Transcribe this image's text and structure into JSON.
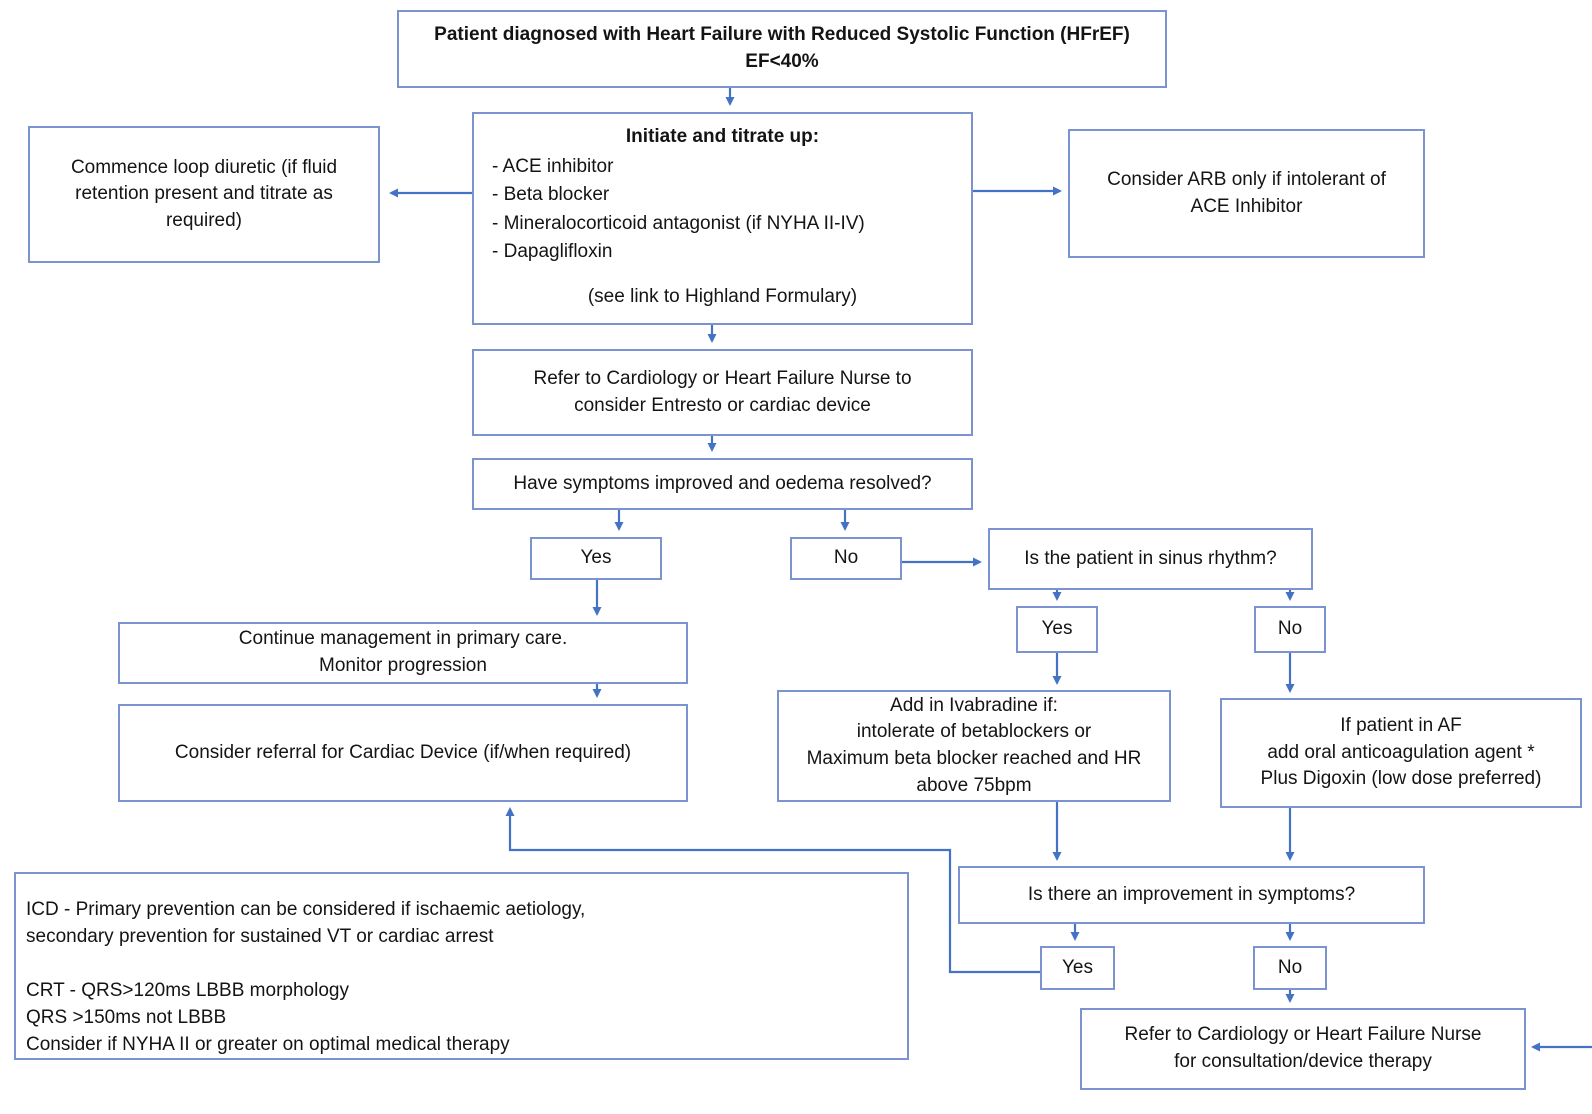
{
  "diagram": {
    "title": "Heart failure (HFrEF) management flowchart",
    "colors": {
      "box_border": "#7b94d1",
      "arrow": "#4472c4",
      "text": "#141414",
      "background": "#ffffff"
    }
  },
  "nodes": {
    "title": {
      "line1": "Patient diagnosed with Heart Failure with Reduced Systolic Function (HFrEF)",
      "line2": "EF<40%"
    },
    "initiate": {
      "heading": "Initiate and titrate up:",
      "items": [
        "- ACE inhibitor",
        "- Beta blocker",
        "- Mineralocorticoid antagonist (if NYHA II-IV)",
        "- Dapaglifloxin"
      ],
      "footer": "(see link to Highland Formulary)"
    },
    "loop_diuretic": {
      "text": "Commence loop diuretic (if fluid retention present and titrate as required)"
    },
    "arb": {
      "text": "Consider ARB only if intolerant of ACE Inhibitor"
    },
    "refer_entresto": {
      "text": "Refer to Cardiology or Heart Failure Nurse to consider Entresto or cardiac device"
    },
    "symptoms_question": {
      "text": "Have symptoms improved and oedema resolved?"
    },
    "yes1": {
      "text": "Yes"
    },
    "no1": {
      "text": "No"
    },
    "sinus_question": {
      "text": "Is the patient in sinus rhythm?"
    },
    "yes2": {
      "text": "Yes"
    },
    "no2": {
      "text": "No"
    },
    "continue_mgmt": {
      "line1": "Continue management in primary care.",
      "line2": "Monitor progression"
    },
    "cardiac_device": {
      "text": "Consider referral for Cardiac Device (if/when required)"
    },
    "ivabradine": {
      "lines": [
        "Add in Ivabradine if:",
        "intolerate of betablockers or",
        "Maximum beta blocker reached and HR",
        "above 75bpm"
      ]
    },
    "af": {
      "lines": [
        "If patient in AF",
        "add oral anticoagulation agent *",
        "Plus Digoxin (low dose preferred)"
      ]
    },
    "improvement_question": {
      "text": "Is there an improvement in symptoms?"
    },
    "yes3": {
      "text": "Yes"
    },
    "no3": {
      "text": "No"
    },
    "refer_final": {
      "line1": "Refer to Cardiology or Heart Failure Nurse",
      "line2": "for consultation/device therapy"
    },
    "icd_note": {
      "lines": [
        "ICD - Primary prevention can be considered if ischaemic aetiology,",
        " secondary prevention for sustained VT or cardiac arrest",
        "",
        "CRT - QRS>120ms LBBB morphology",
        "QRS >150ms not LBBB",
        "Consider if NYHA II or greater on optimal medical therapy"
      ]
    }
  }
}
